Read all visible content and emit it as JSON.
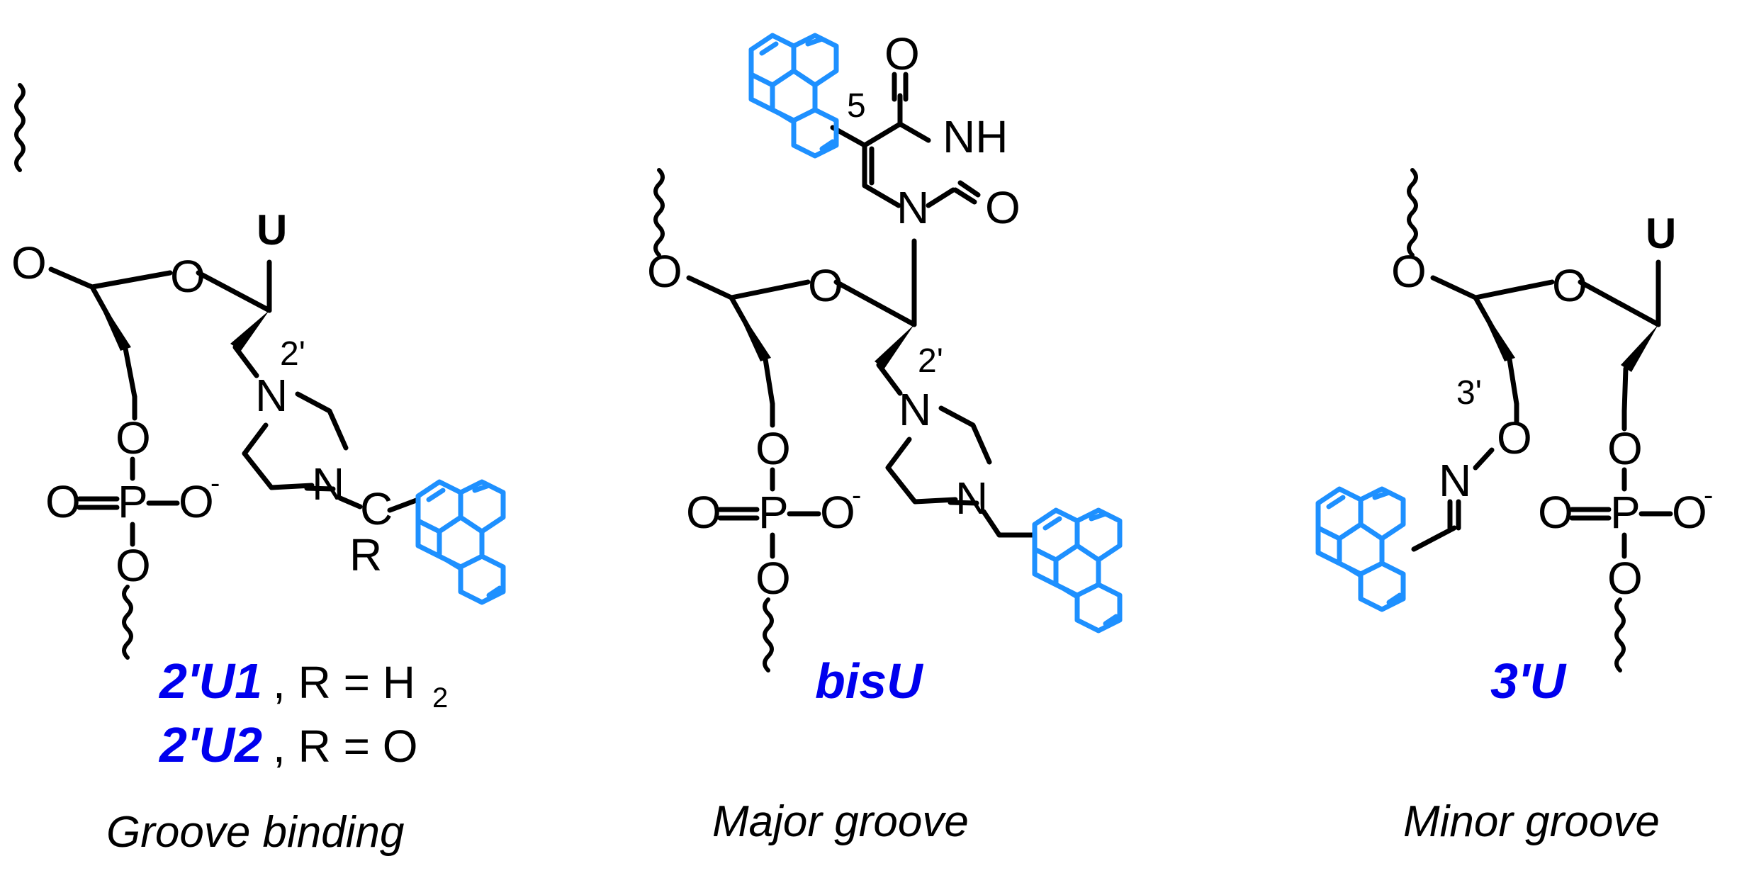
{
  "colors": {
    "pyrene": "#1e90ff",
    "compound_label": "#0000ee",
    "structure": "#000000"
  },
  "atoms": {
    "oxygen": "O",
    "phosphorus": "P",
    "nitrogen": "N",
    "carbon": "C",
    "uracil": "U",
    "nh": "NH",
    "anion": "-"
  },
  "structures": {
    "left": {
      "position_label": "2'",
      "r_group": "R",
      "compound_1": "2'U1",
      "compound_1_rdef": ",  R = H",
      "compound_1_sub": "2",
      "compound_2": "2'U2",
      "compound_2_rdef": ",  R = O",
      "caption": "Groove binding"
    },
    "middle": {
      "position_label": "2'",
      "pyrene_position": "5",
      "compound": "bisU",
      "caption": "Major groove"
    },
    "right": {
      "position_label": "3'",
      "compound": "3'U",
      "caption": "Minor groove"
    }
  }
}
